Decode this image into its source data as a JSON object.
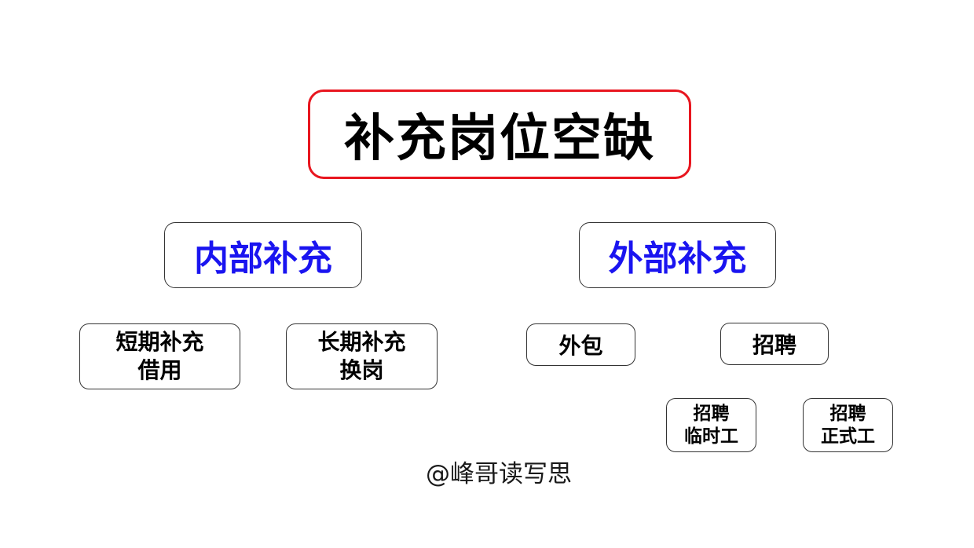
{
  "root": {
    "label": "补充岗位空缺"
  },
  "internal": {
    "label": "内部补充",
    "children": [
      {
        "line1": "短期补充",
        "line2": "借用"
      },
      {
        "line1": "长期补充",
        "line2": "换岗"
      }
    ]
  },
  "external": {
    "label": "外部补充",
    "children": [
      {
        "label": "外包"
      },
      {
        "label": "招聘"
      }
    ],
    "recruitment_types": [
      {
        "line1": "招聘",
        "line2": "临时工"
      },
      {
        "line1": "招聘",
        "line2": "正式工"
      }
    ]
  },
  "watermark": "@峰哥读写思",
  "colors": {
    "root_border": "#e8161f",
    "category_text": "#1a14f0",
    "node_border": "#333333"
  }
}
